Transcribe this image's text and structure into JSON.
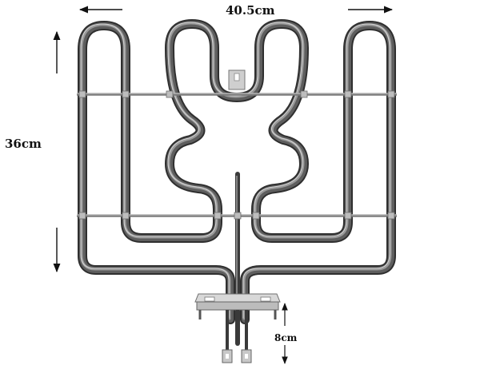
{
  "dimensions": {
    "width_label": "40.5cm",
    "height_label": "36cm",
    "terminal_label": "8cm"
  },
  "colors": {
    "element_dark": "#3a3a3a",
    "element_mid": "#6e6e6e",
    "element_light": "#c9c9c9",
    "rod": "#8d8d8d",
    "arrow": "#111111"
  }
}
